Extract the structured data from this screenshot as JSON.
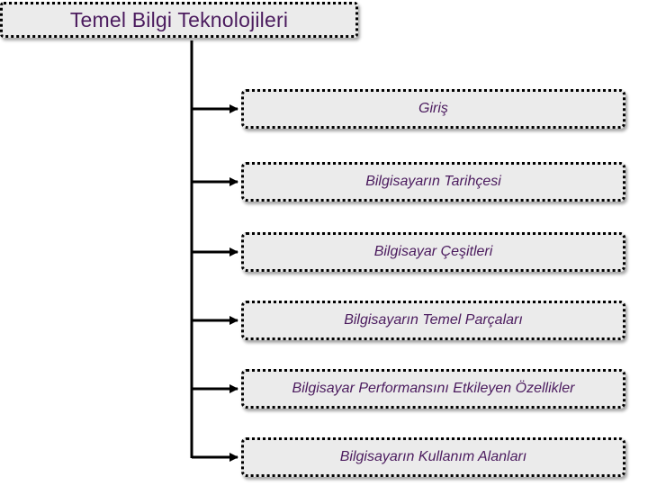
{
  "diagram": {
    "root": {
      "label": "Temel Bilgi Teknolojileri"
    },
    "children": [
      {
        "label": "Giriş"
      },
      {
        "label": "Bilgisayarın Tarihçesi"
      },
      {
        "label": "Bilgisayar Çeşitleri"
      },
      {
        "label": "Bilgisayarın Temel Parçaları"
      },
      {
        "label": "Bilgisayar Performansını Etkileyen Özellikler"
      },
      {
        "label": "Bilgisayarın Kullanım Alanları"
      }
    ],
    "colors": {
      "text": "#4b1b5e",
      "box_fill": "#ebebeb",
      "border": "#000000",
      "connector": "#000000"
    }
  }
}
